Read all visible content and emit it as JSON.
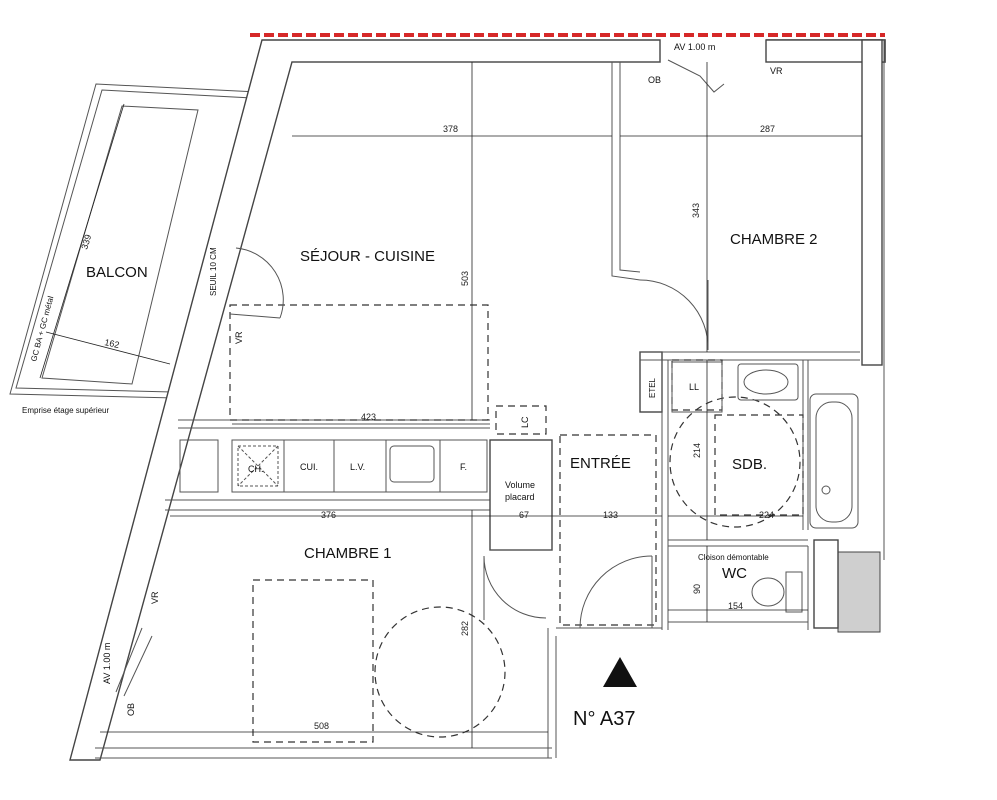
{
  "rooms": {
    "sejour": "SÉJOUR - CUISINE",
    "chambre1": "CHAMBRE 1",
    "chambre2": "CHAMBRE 2",
    "entree": "ENTRÉE",
    "sdb": "SDB.",
    "wc": "WC",
    "balcon": "BALCON"
  },
  "dimensions": {
    "d378": "378",
    "d287": "287",
    "d343": "343",
    "d503": "503",
    "d423": "423",
    "d376": "376",
    "d67": "67",
    "d133": "133",
    "d224": "224",
    "d214": "214",
    "d154": "154",
    "d90": "90",
    "d282": "282",
    "d508": "508",
    "d339": "339",
    "d162": "162"
  },
  "labels": {
    "av_top": "AV 1.00 m",
    "av_left": "AV 1.00 m",
    "ob_top": "OB",
    "vr_top": "VR",
    "ob_left": "OB",
    "vr_left": "VR",
    "vr_balcony": "VR",
    "seuil": "SEUIL 10 CM",
    "gc": "GC BA + GC métal",
    "emprise": "Emprise étage supérieur",
    "ch": "CH.",
    "cui": "CUI.",
    "lv": "L.V.",
    "f": "F.",
    "lc": "LC",
    "ll": "LL",
    "etel": "ETEL",
    "volume1": "Volume",
    "volume2": "placard",
    "cloison": "Cloison démontable",
    "unit": "N° A37"
  },
  "colors": {
    "property_line": "#d62828",
    "accent_blue": "#1a3fb5"
  }
}
